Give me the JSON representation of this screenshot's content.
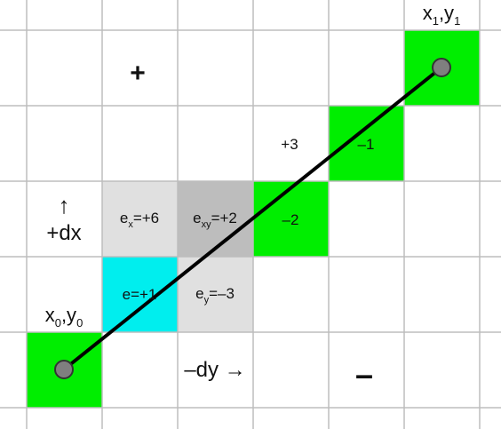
{
  "colors": {
    "grid_line": "#bdbdbd",
    "background": "#ffffff",
    "endpoint_cell": "#00ee00",
    "path_cell": "#00ee00",
    "e_cell": "#00eeee",
    "ex_cell": "#e0e0e0",
    "exy_cell": "#bdbdbd",
    "ey_cell": "#e0e0e0",
    "line": "#000000",
    "point_fill": "#7f7f7f",
    "point_stroke": "#333333"
  },
  "labels": {
    "plus_sign": "+",
    "minus_sign": "–",
    "up_arrow": "↑",
    "plus_dx": "+dx",
    "minus_dy": "–dy →",
    "plus3": "+3",
    "minus1": "–1",
    "minus2": "–2",
    "e_main": "e=+1",
    "ex_main": "e",
    "ex_sub": "x",
    "ex_value": "=+6",
    "exy_main": "e",
    "exy_sub": "xy",
    "exy_value": "=+2",
    "ey_main": "e",
    "ey_sub": "y",
    "ey_value": "=–3",
    "p0_x": "x",
    "p0_xsub": "0",
    "p0_comma": ",y",
    "p0_ysub": "0",
    "p1_x": "x",
    "p1_xsub": "1",
    "p1_comma": ",y",
    "p1_ysub": "1"
  }
}
